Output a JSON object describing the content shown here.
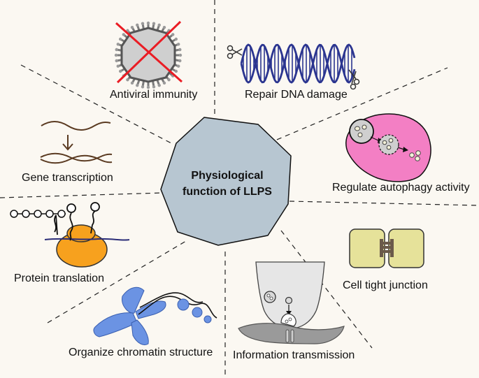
{
  "center": {
    "title_line1": "Physiological",
    "title_line2": "function of LLPS"
  },
  "labels": {
    "antiviral": "Antiviral immunity",
    "repair_dna": "Repair DNA damage",
    "autophagy": "Regulate autophagy activity",
    "tight_junction": "Cell tight junction",
    "information": "Information transmission",
    "chromatin": "Organize chromatin structure",
    "translation": "Protein translation",
    "transcription": "Gene transcription"
  },
  "colors": {
    "background": "#fbf8f2",
    "octagon_fill": "#b7c6d1",
    "dna_blue": "#2b3590",
    "autophagy_pink": "#f37fc4",
    "junction_yellow": "#e6e29a",
    "ribosome_orange": "#f7a11e",
    "chromosome_blue": "#6b93e3",
    "virus_cross_red": "#ea1c24",
    "strand_brown": "#5a3a21"
  }
}
